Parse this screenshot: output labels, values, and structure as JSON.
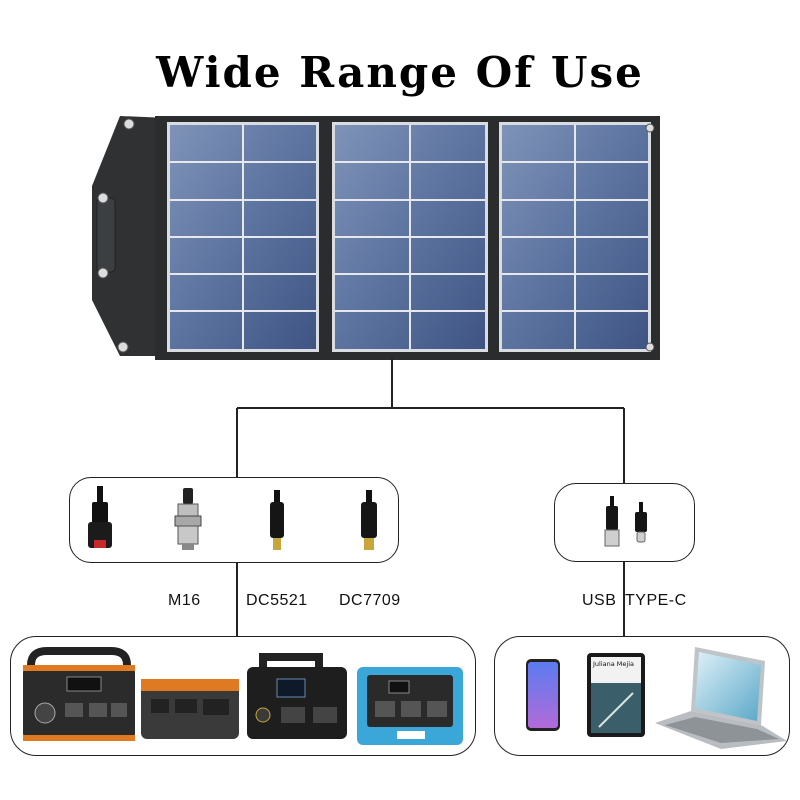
{
  "title": "Wide Range Of Use",
  "connectors": {
    "m16": "M16",
    "dc5521": "DC5521",
    "dc7709": "DC7709",
    "usb": "USB",
    "typec": "TYPE-C"
  },
  "devices": {
    "tablet_header": "Juliana Mejia"
  }
}
